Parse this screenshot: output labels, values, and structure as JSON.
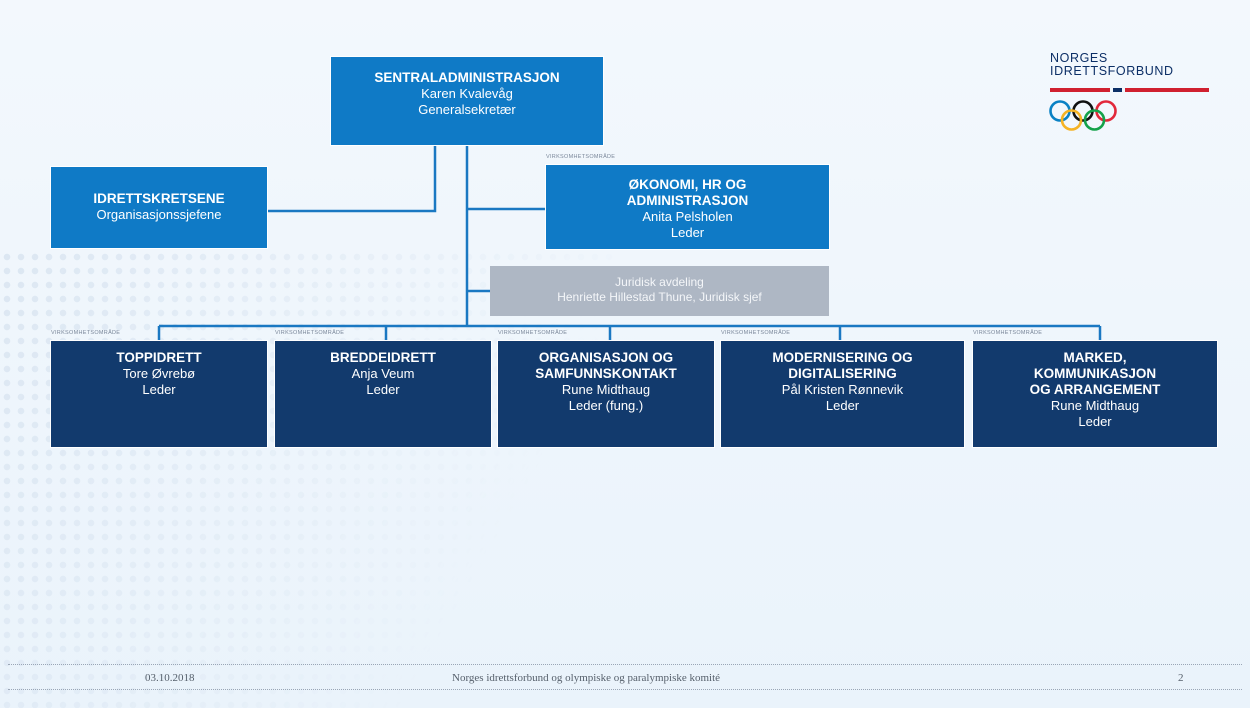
{
  "org": {
    "top": {
      "title": "SENTRALADMINISTRASJON",
      "name": "Karen Kvalevåg",
      "role": "Generalsekretær"
    },
    "kretser": {
      "title": "IDRETTSKRETSENE",
      "sub": "Organisasjonssjefene"
    },
    "okonomi": {
      "tag": "VIRKSOMHETSOMRÅDE",
      "title1": "ØKONOMI, HR OG",
      "title2": "ADMINISTRASJON",
      "name": "Anita Pelsholen",
      "role": "Leder"
    },
    "juridisk": {
      "line1": "Juridisk avdeling",
      "line2": "Henriette Hillestad Thune, Juridisk sjef"
    },
    "areas": [
      {
        "tag": "VIRKSOMHETSOMRÅDE",
        "title1": "TOPPIDRETT",
        "title2": "",
        "title3": "",
        "name": "Tore Øvrebø",
        "role": "Leder"
      },
      {
        "tag": "VIRKSOMHETSOMRÅDE",
        "title1": "BREDDEIDRETT",
        "title2": "",
        "title3": "",
        "name": "Anja Veum",
        "role": "Leder"
      },
      {
        "tag": "VIRKSOMHETSOMRÅDE",
        "title1": "ORGANISASJON OG",
        "title2": "SAMFUNNSKONTAKT",
        "title3": "",
        "name": "Rune Midthaug",
        "role": "Leder (fung.)"
      },
      {
        "tag": "VIRKSOMHETSOMRÅDE",
        "title1": "MODERNISERING OG",
        "title2": "DIGITALISERING",
        "title3": "",
        "name": "Pål Kristen Rønnevik",
        "role": "Leder"
      },
      {
        "tag": "VIRKSOMHETSOMRÅDE",
        "title1": "MARKED,",
        "title2": "KOMMUNIKASJON",
        "title3": "OG ARRANGEMENT",
        "name": "Rune Midthaug",
        "role": "Leder"
      }
    ]
  },
  "logo": {
    "line1": "NORGES",
    "line2": "IDRETTSFORBUND"
  },
  "footer": {
    "date": "03.10.2018",
    "center": "Norges idrettsforbund og olympiske og paralympiske komité",
    "page": "2"
  },
  "colors": {
    "light_blue": "#0f7ac6",
    "dark_blue": "#123a6d",
    "grey": "#aeb7c4",
    "connector": "#1a78c2",
    "flag_red": "#d0202f",
    "flag_blue": "#0c2f66"
  }
}
